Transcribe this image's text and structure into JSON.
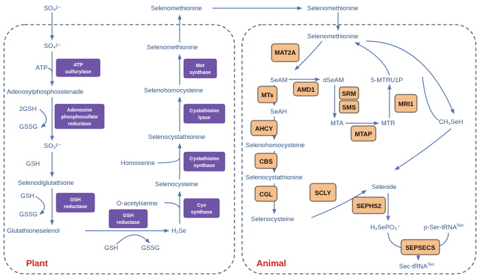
{
  "top": {
    "so4_top": "SO₄²⁻",
    "seleno_top_left": "Selenomethionine",
    "seleno_top_right": "Selenomethionine"
  },
  "plant": {
    "title": "Plant",
    "metabolites": {
      "so4": "SO₄²⁻",
      "atp": "ATP",
      "adenosyl": "Adenosylphosphoselenade",
      "gsh2": "2GSH",
      "gssg1": "GSSG",
      "so3": "SO₃²⁻",
      "gsh_a": "GSH",
      "selenodiglut": "Selenodiglutathione",
      "gsh_b": "GSH",
      "gssg2": "GSSG",
      "glutselenol": "Glutathioneselenol",
      "gsh_c": "GSH",
      "gssg3": "GSSG",
      "h2se": "H₂Se",
      "oacetyl": "O-acetylserine",
      "selenocys": "Selenocysteine",
      "homoserine": "Homoserine",
      "selenocysta": "Selenocystathionine",
      "selenohomocys": "Selenohomocysteine",
      "selenomet": "Selenomethionine"
    },
    "enzymes": {
      "atp_sulf": [
        "ATP",
        "sulfurylase"
      ],
      "aps_red": [
        "Adenosine",
        "phosphosulfate",
        "reductase"
      ],
      "gsh_red1": [
        "GSH",
        "reductase"
      ],
      "gsh_red2": [
        "GSH",
        "reductase"
      ],
      "cys_synth": [
        "Cys",
        "synthase"
      ],
      "cysta_synth": [
        "Cystathioine",
        "synthase"
      ],
      "cysta_lyase": [
        "Cystathioine",
        "lyase"
      ],
      "met_synth": [
        "Met",
        "synthase"
      ]
    }
  },
  "animal": {
    "title": "Animal",
    "metabolites": {
      "selenomet": "Selenomethionine",
      "seam": "SeAM",
      "dseam": "dSeAM",
      "mtru": "5-MTRU1P",
      "seah": "SeAH",
      "mta": "MTA",
      "mtr": "MTR",
      "ch3seh": "CH₃SeH",
      "selenohomocys": "Selenohomocysteine",
      "selenocysta": "Selenocystathionine",
      "selenide": "Selenide",
      "selenocys": "Selenocysteine",
      "h2sepo3": "H₂SePO₃⁻",
      "pser": "p-Ser-tRNA",
      "pser_sup": "Sec",
      "sectrna": "Sec-tRNA",
      "sectrna_sup": "Sec"
    },
    "enzymes": {
      "mat2a": "MAT2A",
      "mts": "MTs",
      "amd1": "AMD1",
      "srm": "SRM",
      "sms": "SMS",
      "mri1": "MRI1",
      "mtap": "MTAP",
      "ahcy": "AHCY",
      "cbs": "CBS",
      "cgl": "CGL",
      "scly": "SCLY",
      "sephs2": "SEPHS2",
      "sepsecs": "SEPSECS"
    }
  },
  "colors": {
    "metabolite_text": "#2e5597",
    "arrow": "#4f72b8",
    "plant_enzyme_fill": "#7054a8",
    "animal_enzyme_fill": "#f6c08c",
    "panel_title": "#e0201e"
  }
}
